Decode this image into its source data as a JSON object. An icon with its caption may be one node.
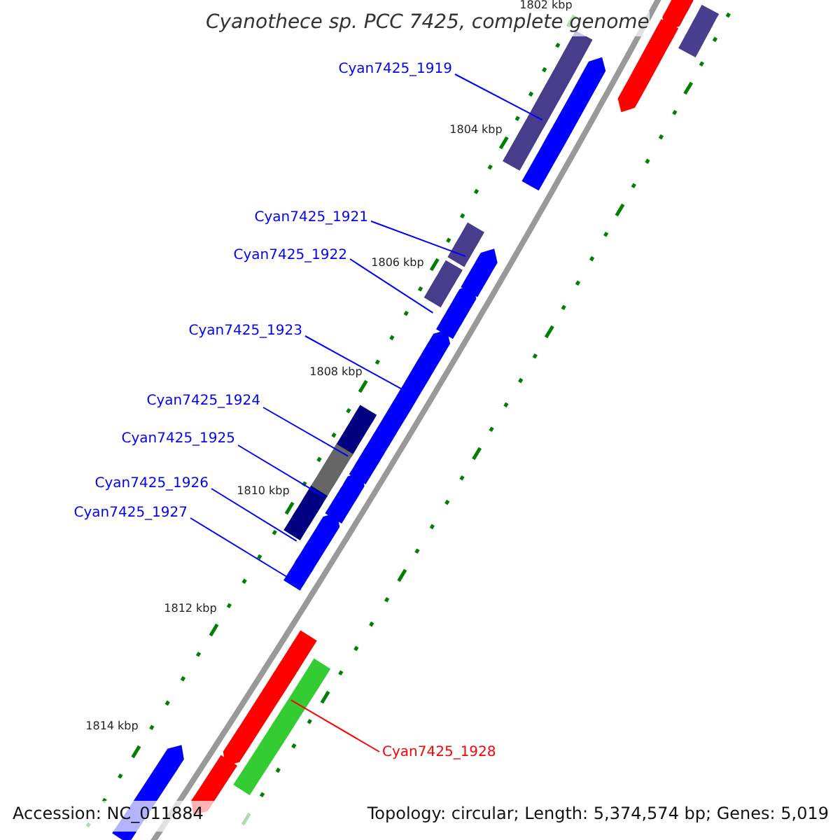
{
  "diagram": {
    "title": "Cyanothece sp. PCC 7425, complete genome",
    "nodes": [
      {
        "text": [
          "Cyan7425_1919"
        ]
      },
      {
        "text": [
          "Cyan7425_1921"
        ]
      },
      {
        "text": [
          "Cyan7425_1922"
        ]
      },
      {
        "text": [
          "Cyan7425_1923"
        ]
      },
      {
        "text": [
          "Cyan7425_1924"
        ]
      },
      {
        "text": [
          "Cyan7425_1925"
        ]
      },
      {
        "text": [
          "Cyan7425_1926"
        ]
      },
      {
        "text": [
          "Cyan7425_1927"
        ]
      },
      {
        "text": [
          "Cyan7425_1928"
        ]
      },
      {
        "text": [],
        "shape": "bar"
      },
      {
        "text": [],
        "shape": "bar"
      },
      {
        "text": [],
        "shape": "bar"
      },
      {
        "text": [],
        "shape": "bar"
      },
      {
        "text": [],
        "shape": "bar"
      },
      {
        "text": [],
        "shape": "bar"
      },
      {
        "text": [],
        "shape": "bar"
      },
      {
        "text": [],
        "shape": "bar"
      },
      {
        "text": [],
        "shape": "bar"
      }
    ],
    "edges": [
      {
        "from": 0,
        "to": 9,
        "arrow": "none"
      },
      {
        "from": 1,
        "to": 10,
        "arrow": "none"
      },
      {
        "from": 2,
        "to": 11,
        "arrow": "none"
      },
      {
        "from": 3,
        "to": 12,
        "arrow": "none"
      },
      {
        "from": 4,
        "to": 13,
        "arrow": "none"
      },
      {
        "from": 5,
        "to": 14,
        "arrow": "none"
      },
      {
        "from": 6,
        "to": 15,
        "arrow": "none"
      },
      {
        "from": 7,
        "to": 16,
        "arrow": "none"
      },
      {
        "from": 8,
        "to": 17,
        "arrow": "none",
        "color": "#ff0000"
      }
    ],
    "labels": [
      "1802 kbp",
      "1804 kbp",
      "1806 kbp",
      "1808 kbp",
      "1810 kbp",
      "1812 kbp",
      "1814 kbp",
      "Accession: NC_011884",
      "Topology: circular; Length: 5,374,574 bp; Genes: 5,019"
    ]
  }
}
